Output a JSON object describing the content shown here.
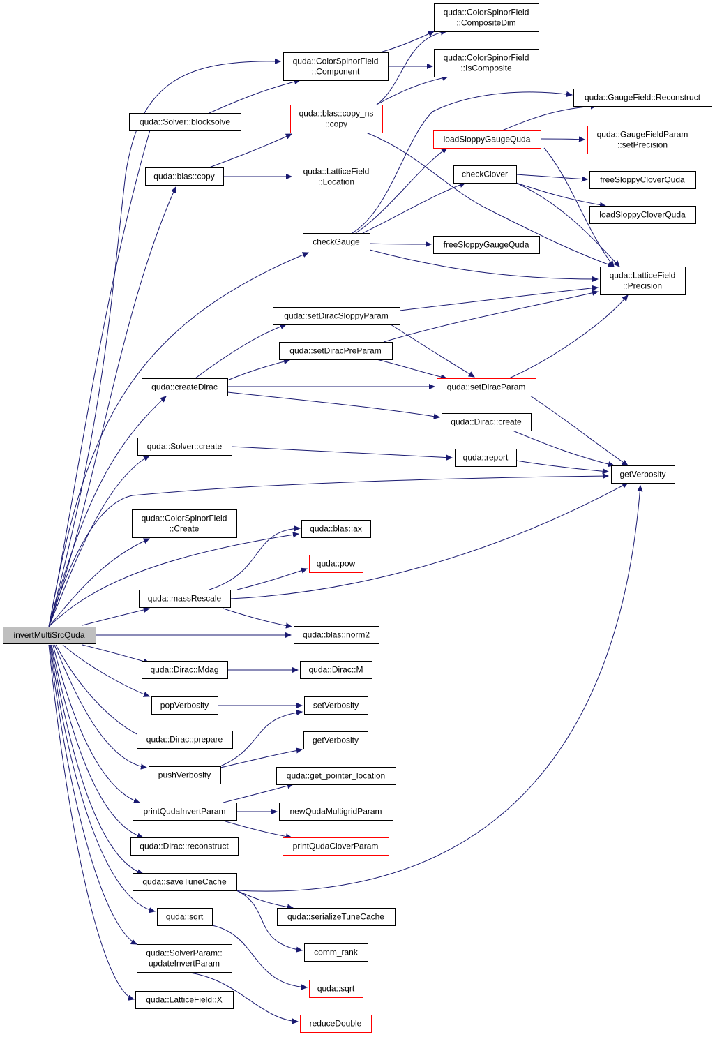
{
  "nodes": {
    "root": [
      "invertMultiSrcQuda"
    ],
    "cs_comp": [
      "quda::ColorSpinorField",
      "::Component"
    ],
    "cs_compdim": [
      "quda::ColorSpinorField",
      "::CompositeDim"
    ],
    "cs_iscomp": [
      "quda::ColorSpinorField",
      "::IsComposite"
    ],
    "blocksolve": [
      "quda::Solver::blocksolve"
    ],
    "copy_ns": [
      "quda::blas::copy_ns",
      "::copy"
    ],
    "gf_recon": [
      "quda::GaugeField::Reconstruct"
    ],
    "load_sloppy_gauge": [
      "loadSloppyGaugeQuda"
    ],
    "gfp_setprec": [
      "quda::GaugeFieldParam",
      "::setPrecision"
    ],
    "blas_copy": [
      "quda::blas::copy"
    ],
    "lf_location": [
      "quda::LatticeField",
      "::Location"
    ],
    "check_clover": [
      "checkClover"
    ],
    "free_sloppy_clover": [
      "freeSloppyCloverQuda"
    ],
    "load_sloppy_clover": [
      "loadSloppyCloverQuda"
    ],
    "check_gauge": [
      "checkGauge"
    ],
    "free_sloppy_gauge": [
      "freeSloppyGaugeQuda"
    ],
    "lf_precision": [
      "quda::LatticeField",
      "::Precision"
    ],
    "set_dirac_sloppy": [
      "quda::setDiracSloppyParam"
    ],
    "set_dirac_pre": [
      "quda::setDiracPreParam"
    ],
    "create_dirac": [
      "quda::createDirac"
    ],
    "set_dirac_param": [
      "quda::setDiracParam"
    ],
    "dirac_create": [
      "quda::Dirac::create"
    ],
    "solver_create": [
      "quda::Solver::create"
    ],
    "report": [
      "quda::report"
    ],
    "get_verbosity": [
      "getVerbosity"
    ],
    "cs_create": [
      "quda::ColorSpinorField",
      "::Create"
    ],
    "blas_ax": [
      "quda::blas::ax"
    ],
    "pow": [
      "quda::pow"
    ],
    "mass_rescale": [
      "quda::massRescale"
    ],
    "blas_norm2": [
      "quda::blas::norm2"
    ],
    "dirac_mdag": [
      "quda::Dirac::Mdag"
    ],
    "dirac_m": [
      "quda::Dirac::M"
    ],
    "pop_verbosity": [
      "popVerbosity"
    ],
    "set_verbosity": [
      "setVerbosity"
    ],
    "dirac_prepare": [
      "quda::Dirac::prepare"
    ],
    "get_verbosity2": [
      "getVerbosity"
    ],
    "push_verbosity": [
      "pushVerbosity"
    ],
    "get_pointer_location": [
      "quda::get_pointer_location"
    ],
    "print_invert_param": [
      "printQudaInvertParam"
    ],
    "new_mg_param": [
      "newQudaMultigridParam"
    ],
    "dirac_reconstruct": [
      "quda::Dirac::reconstruct"
    ],
    "print_clover_param": [
      "printQudaCloverParam"
    ],
    "save_tune_cache": [
      "quda::saveTuneCache"
    ],
    "serialize_tune_cache": [
      "quda::serializeTuneCache"
    ],
    "sqrt": [
      "quda::sqrt"
    ],
    "comm_rank": [
      "comm_rank"
    ],
    "solverparam_update": [
      "quda::SolverParam::",
      "updateInvertParam"
    ],
    "sqrt2": [
      "quda::sqrt"
    ],
    "lf_x": [
      "quda::LatticeField::X"
    ],
    "reduce_double": [
      "reduceDouble"
    ]
  },
  "colors": {
    "edge": "#191970",
    "node_border": "#000000",
    "truncated_border": "#ff0000",
    "root_fill": "#bfbfbf"
  }
}
